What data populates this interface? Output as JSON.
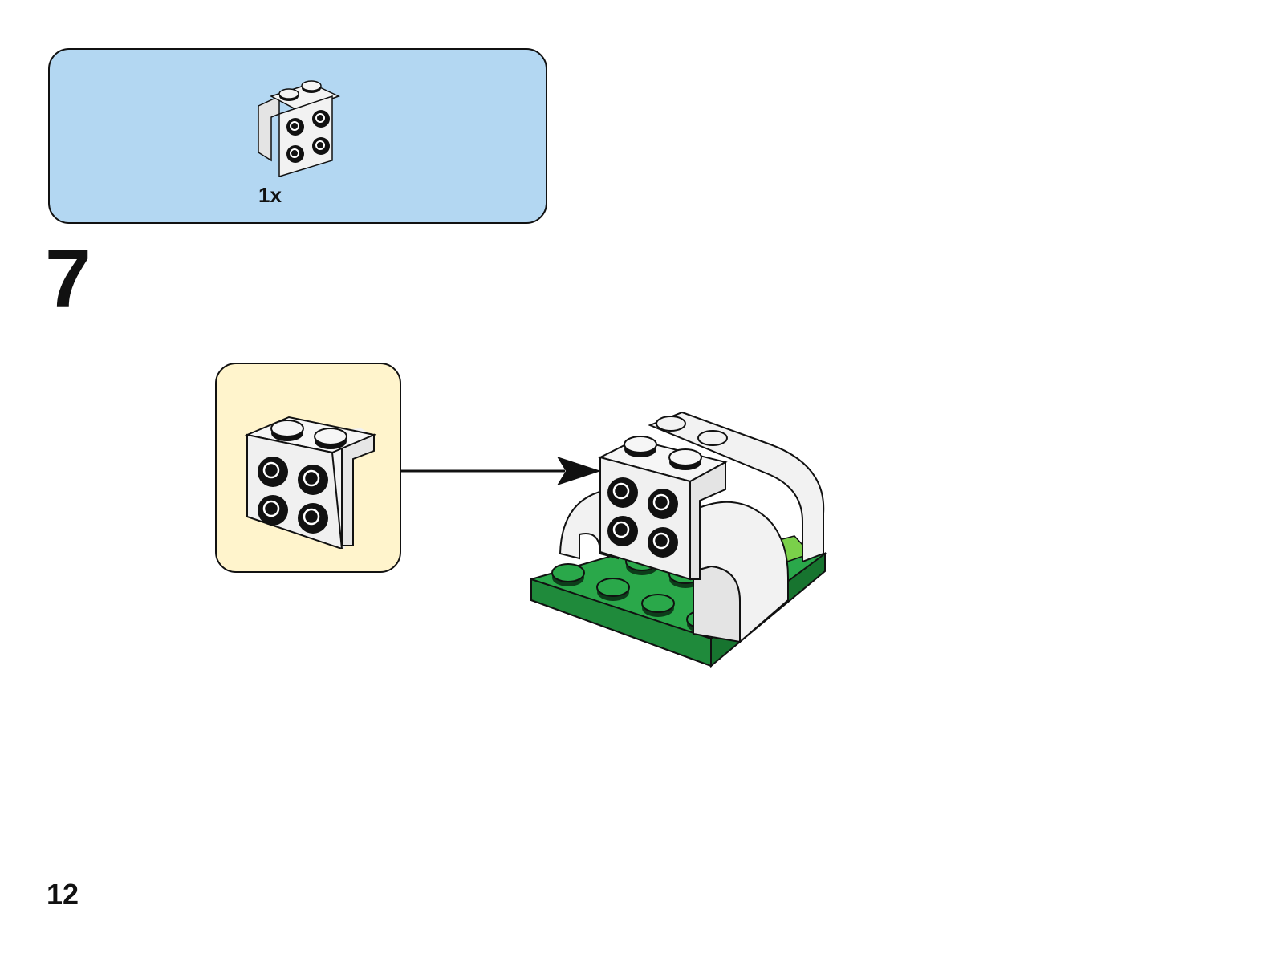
{
  "parts_list": {
    "items": [
      {
        "icon": "bracket-2x2-white-icon",
        "quantity": "1x"
      }
    ]
  },
  "step": {
    "number": "7"
  },
  "callout": {
    "icon": "bracket-2x2-white-icon"
  },
  "model": {
    "icon": "assembled-model-icon"
  },
  "page": {
    "number": "12"
  },
  "colors": {
    "parts_box": "#b3d7f2",
    "callout_box": "#fff4cc",
    "brick_white": "#f2f2f2",
    "plate_green": "#2aa84a",
    "accent_green": "#7ad04a",
    "outline": "#111111"
  }
}
